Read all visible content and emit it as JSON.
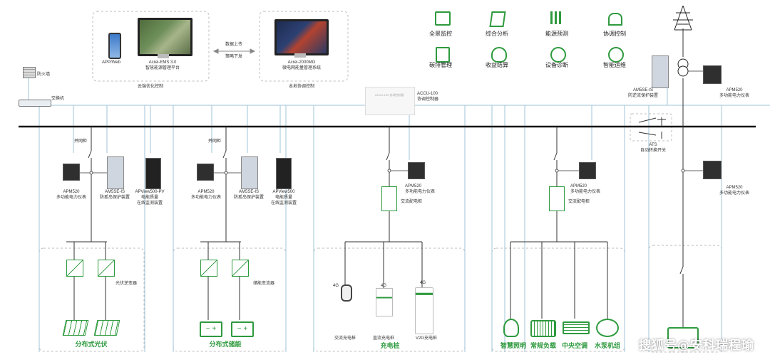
{
  "top_left_box": {
    "app_label": "APP/Web",
    "platform_line1": "Acrel-EMS 3.0",
    "platform_line2": "智慧能源管理平台",
    "caption": "云端优化控制"
  },
  "sync": {
    "up": "数据上传",
    "down": "策略下发"
  },
  "top_mid_box": {
    "line1": "Acrel-2000MG",
    "line2": "微电网能量管理系统",
    "caption": "本地协调控制"
  },
  "features": [
    {
      "label": "全景监控",
      "icon": "monitor-icon"
    },
    {
      "label": "综合分析",
      "icon": "analysis-icon"
    },
    {
      "label": "能源预测",
      "icon": "forecast-icon"
    },
    {
      "label": "协调控制",
      "icon": "alarm-light-icon"
    },
    {
      "label": "碳排管理",
      "icon": "carbon-icon"
    },
    {
      "label": "收益结算",
      "icon": "money-bag-icon"
    },
    {
      "label": "设备诊断",
      "icon": "diagnosis-icon"
    },
    {
      "label": "智能运维",
      "icon": "maintenance-icon"
    }
  ],
  "network": {
    "firewall": "防火墙",
    "switch": "交换机"
  },
  "accu": {
    "line1": "ACCU-100",
    "line2": "协调控制器",
    "box_text": "ACCU-100 协调控制器"
  },
  "transformer": {
    "protect_line1": "AM5SE-IS",
    "protect_line2": "防逆流保护装置",
    "meter_line1": "APM520",
    "meter_line2": "多功能电力仪表"
  },
  "ats": {
    "line1": "ATS",
    "line2": "自动转换开关"
  },
  "right_meter": {
    "line1": "APM520",
    "line2": "多功能电力仪表"
  },
  "pv": {
    "grid_point": "并网柜",
    "meter_line1": "APM520",
    "meter_line2": "多功能电力仪表",
    "protect_line1": "AM5SE-IS",
    "protect_line2": "防孤岛保护装置",
    "quality_line1": "APView500-PV",
    "quality_line2": "电能质量",
    "quality_line3": "在线监测装置",
    "inverter": "光伏逆变器",
    "title": "分布式光伏"
  },
  "storage": {
    "grid_point": "并网柜",
    "meter_line1": "APM520",
    "meter_line2": "多功能电力仪表",
    "protect_line1": "AM5SE-IS",
    "protect_line2": "防孤岛保护装置",
    "quality_line1": "APView500",
    "quality_line2": "电能质量",
    "quality_line3": "在线监测装置",
    "converter": "储能变流器",
    "title": "分布式储能"
  },
  "charging": {
    "meter_line1": "APM520",
    "meter_line2": "多功能电力仪表",
    "cabinet": "交流配电柜",
    "net": "4G",
    "ac_pile": "交流充电桩",
    "dc_pile": "直流充电桩",
    "v2g_pile": "V2G充电桩",
    "title": "充电桩"
  },
  "loads": {
    "meter_line1": "APM520",
    "meter_line2": "多功能电力仪表",
    "cabinet": "交流配电柜",
    "items": [
      "智慧照明",
      "常规负载",
      "中央空调",
      "水泵机组"
    ]
  },
  "watermark": "搜狐号@安科瑞程瑜",
  "colors": {
    "accent_green": "#2e9a3e",
    "line_blue": "#9fc6d8",
    "bus": "#111111",
    "dash": "#bbbbbb"
  }
}
